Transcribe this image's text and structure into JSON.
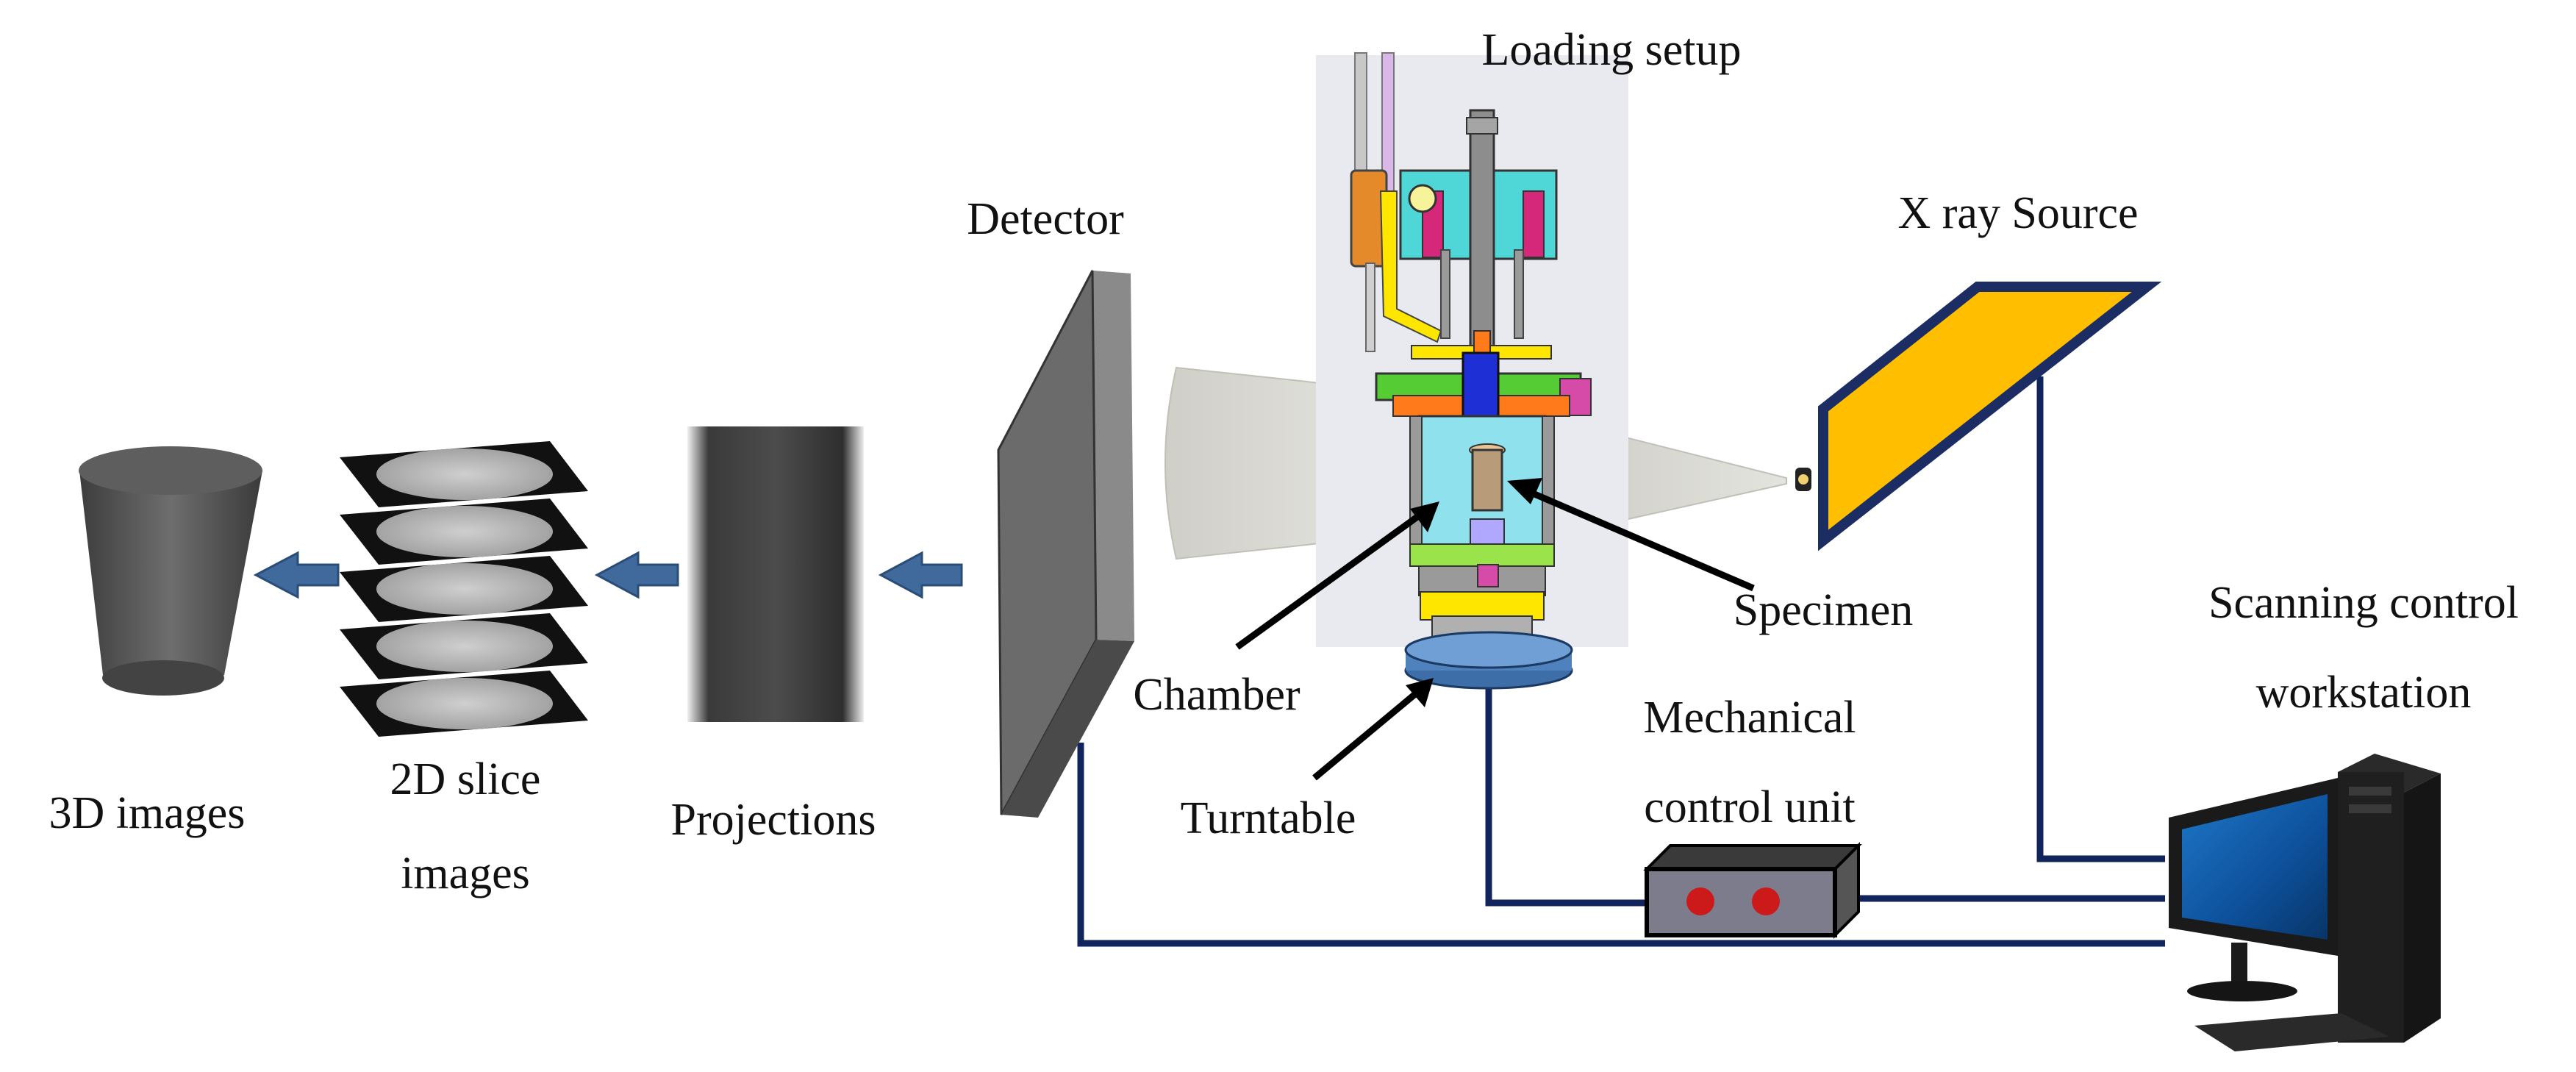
{
  "labels": {
    "loading_setup": "Loading setup",
    "detector": "Detector",
    "xray_source": "X ray Source",
    "specimen": "Specimen",
    "chamber": "Chamber",
    "turntable": "Turntable",
    "mechanical_line1": "Mechanical",
    "mechanical_line2": "control unit",
    "scanning_line1": "Scanning control",
    "scanning_line2": "workstation",
    "images_3d": "3D images",
    "slice_line1": "2D slice",
    "slice_line2": "images",
    "projections": "Projections"
  },
  "colors": {
    "cable": "#12245c",
    "flow_arrow": "#3f6a9b",
    "source_fill": "#ffbf00",
    "source_border": "#1b2d63",
    "detector_face": "#6b6b6b",
    "beam": "#d6d6d0",
    "turntable": "#4f81bd",
    "indicator": "#cc1a1a"
  },
  "icons": [
    "flow-arrow-icon",
    "computer-workstation-icon",
    "control-unit-box-icon",
    "turntable-icon"
  ]
}
